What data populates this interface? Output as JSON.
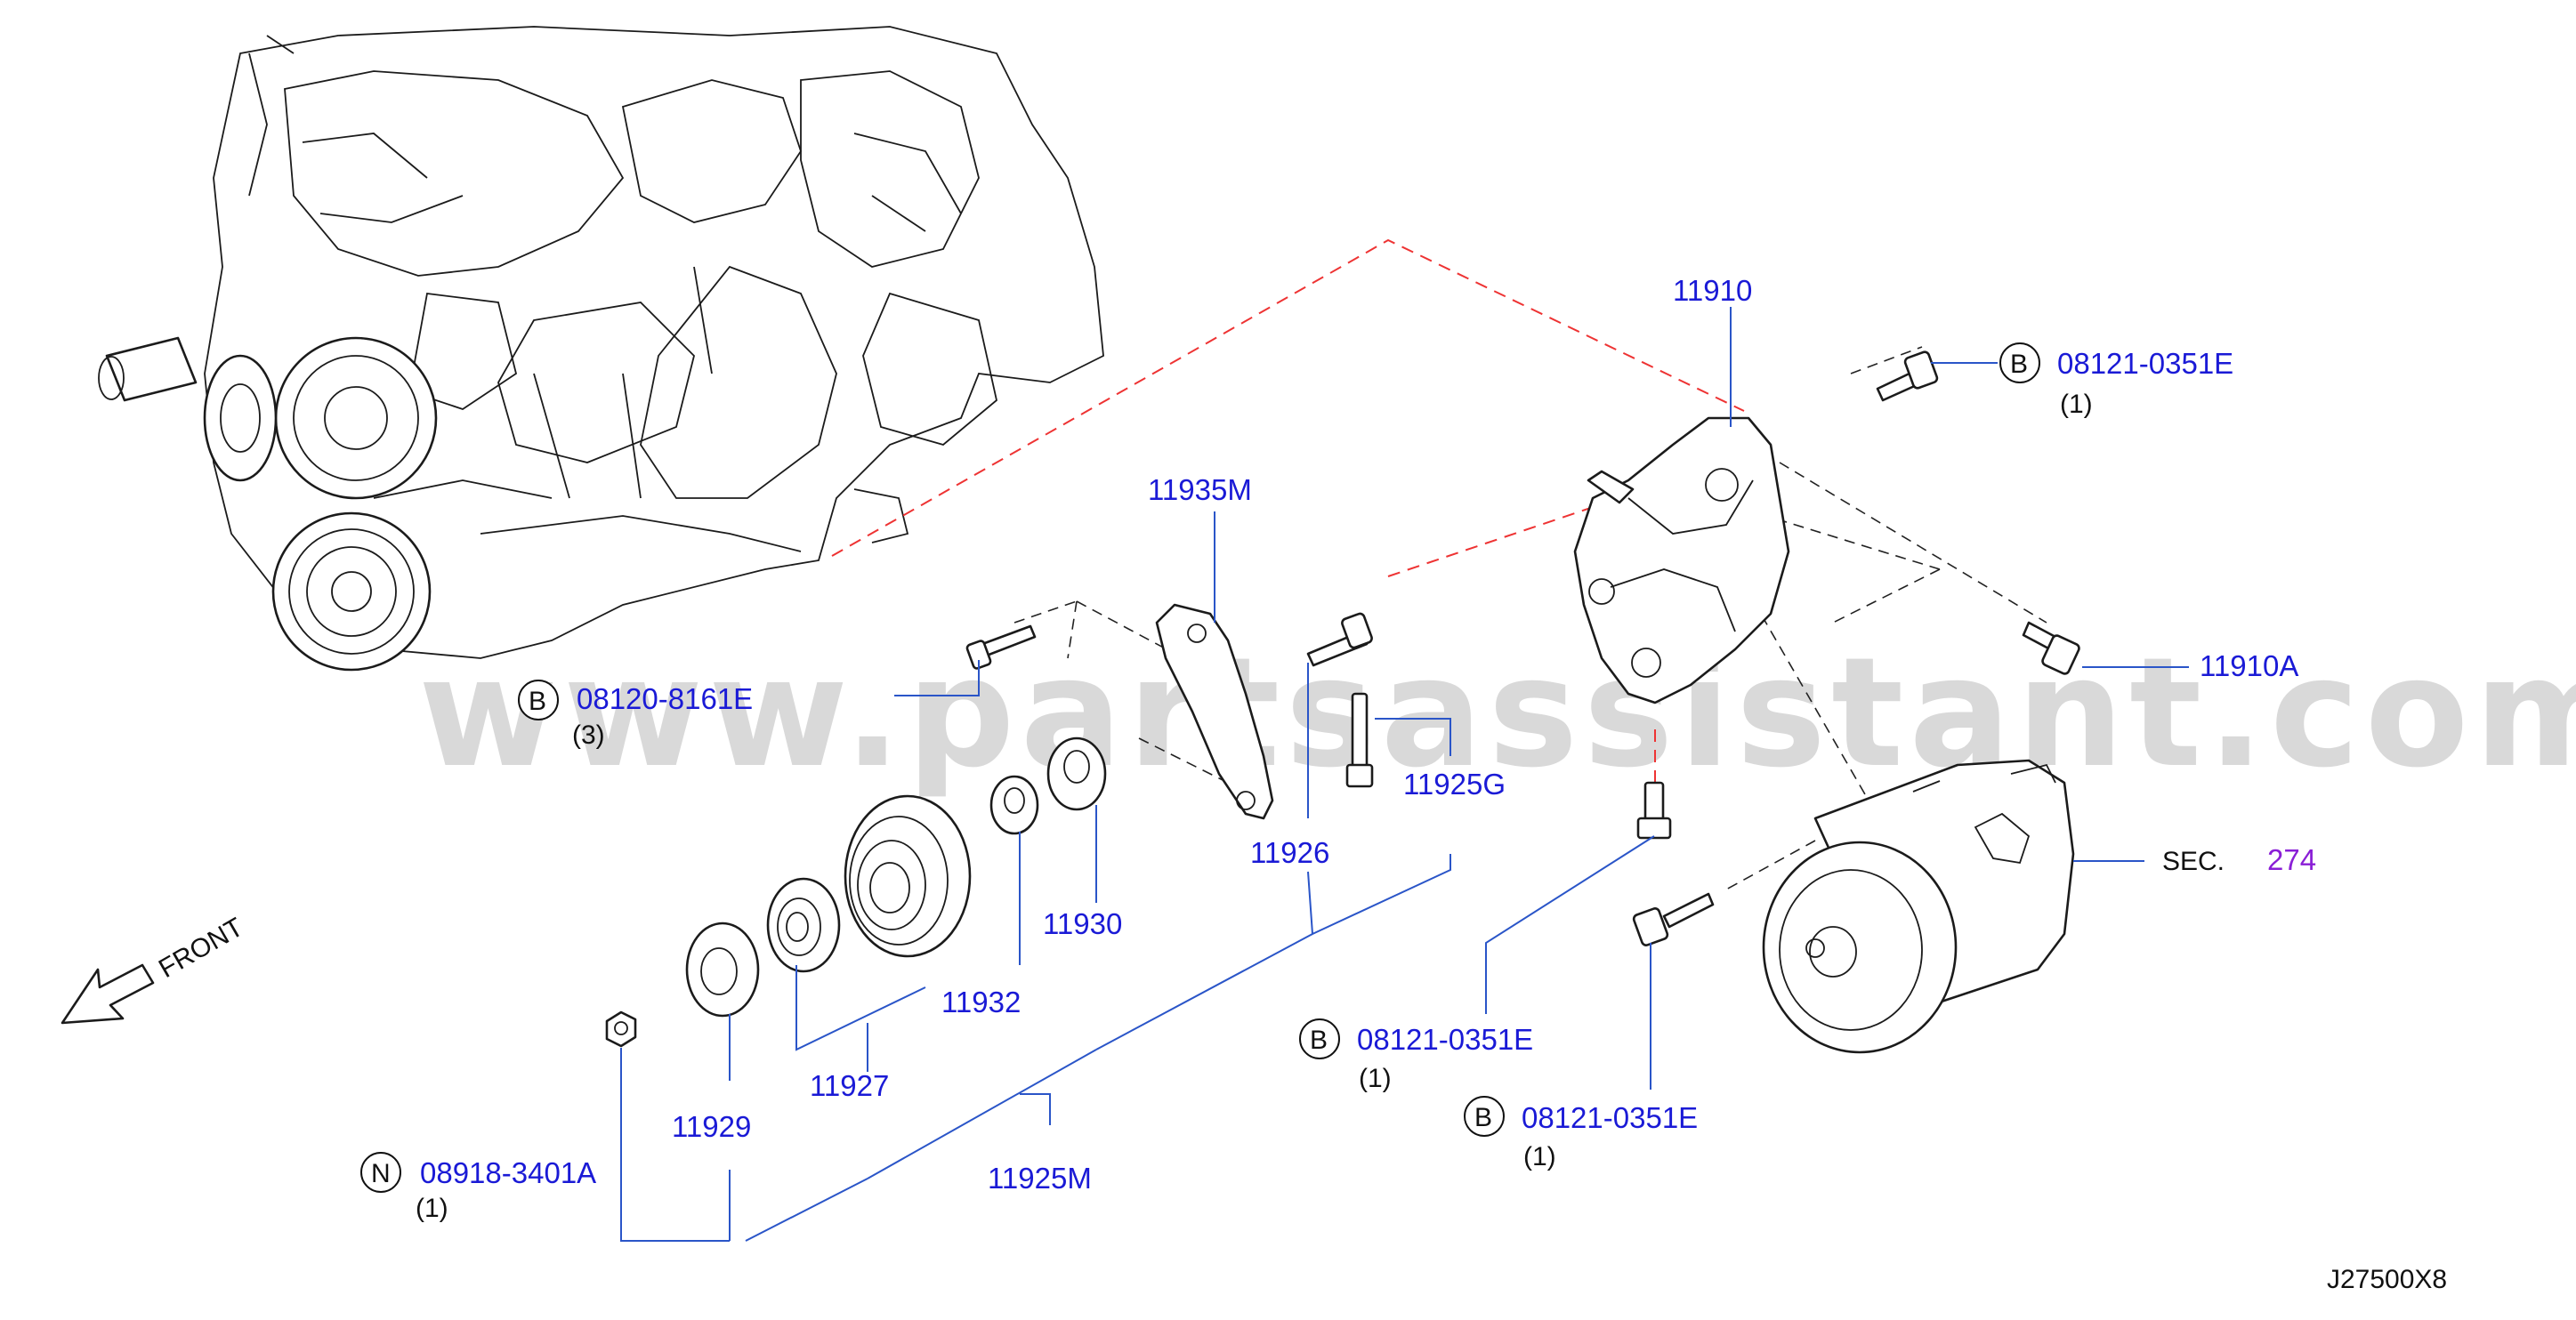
{
  "watermark": "www.partsassistant.com",
  "diagram_code": "J27500X8",
  "front_label": "FRONT",
  "sec_ref": {
    "prefix": "SEC.",
    "number": "274"
  },
  "callouts": {
    "bracket": "11910",
    "bolt_top_right": {
      "badge": "B",
      "part": "08121-0351E",
      "qty": "(1)"
    },
    "bolt_right": "11910A",
    "bracket_mount_bolts": {
      "badge": "B",
      "part": "08120-8161E",
      "qty": "(3)"
    },
    "idler_bracket": "11935M",
    "adjust_bolt": "11925G",
    "spacer_11926": "11926",
    "washer_11930": "11930",
    "spacer_11932": "11932",
    "idler_pulley_11927": "11927",
    "washer_11929": "11929",
    "idler_assy": "11925M",
    "nut": {
      "badge": "N",
      "part": "08918-3401A",
      "qty": "(1)"
    },
    "bolt_mid": {
      "badge": "B",
      "part": "08121-0351E",
      "qty": "(1)"
    },
    "bolt_low": {
      "badge": "B",
      "part": "08121-0351E",
      "qty": "(1)"
    }
  }
}
